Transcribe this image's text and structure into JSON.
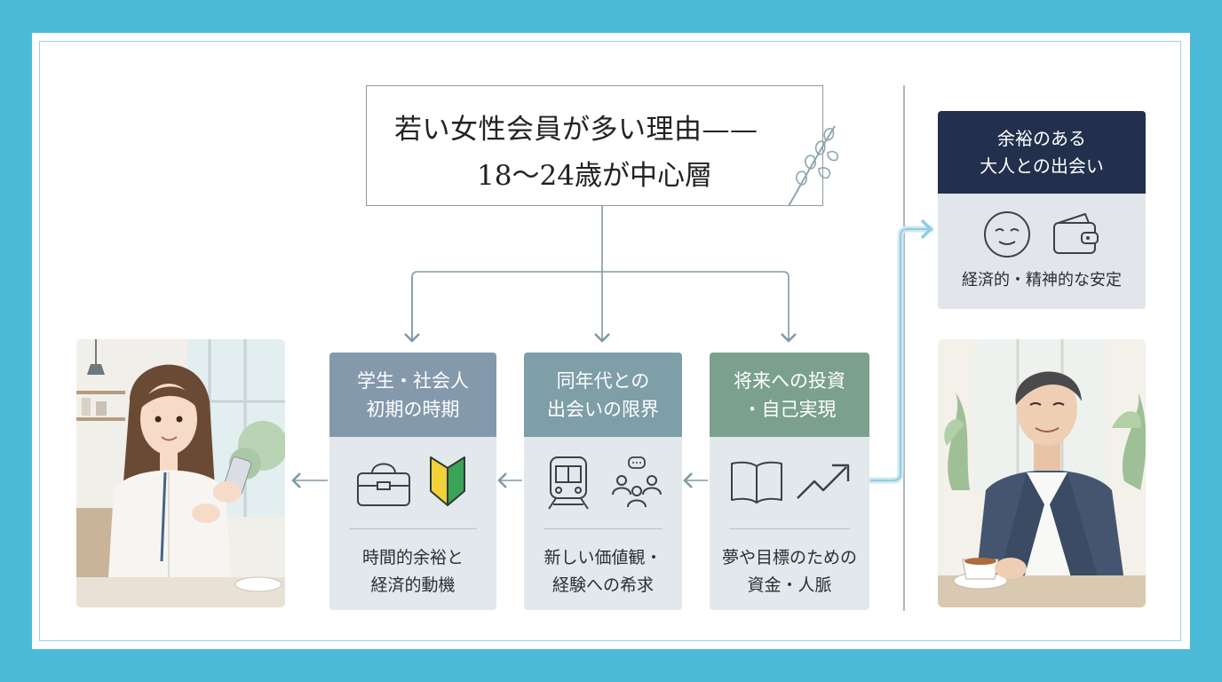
{
  "title": {
    "line1": "若い女性会員が多い理由——",
    "line2": "18〜24歳が中心層"
  },
  "cards": [
    {
      "head_lines": [
        "学生・社会人",
        "初期の時期"
      ],
      "head_color": "#8599ad",
      "icons": [
        "bag-icon",
        "beginner-mark-icon"
      ],
      "foot_lines": [
        "時間的余裕と",
        "経済的動機"
      ]
    },
    {
      "head_lines": [
        "同年代との",
        "出会いの限界"
      ],
      "head_color": "#7e9ea8",
      "icons": [
        "train-icon",
        "group-chat-icon"
      ],
      "foot_lines": [
        "新しい価値観・",
        "経験への希求"
      ]
    },
    {
      "head_lines": [
        "将来への投資",
        "・自己実現"
      ],
      "head_color": "#7ba08e",
      "icons": [
        "book-icon",
        "growth-arrow-icon"
      ],
      "foot_lines": [
        "夢や目標のための",
        "資金・人脈"
      ]
    }
  ],
  "right_card": {
    "head_lines": [
      "余裕のある",
      "大人との出会い"
    ],
    "head_color": "#22304d",
    "icons": [
      "calm-face-icon",
      "wallet-icon"
    ],
    "foot": "経済的・精神的な安定"
  },
  "illustrations": {
    "left": "young-woman-with-smartphone-illustration",
    "right": "mature-man-with-tea-illustration"
  },
  "colors": {
    "background": "#4bbad8",
    "arrow": "#7e9aa6",
    "highlight_arrow": "#9fd4e6"
  }
}
